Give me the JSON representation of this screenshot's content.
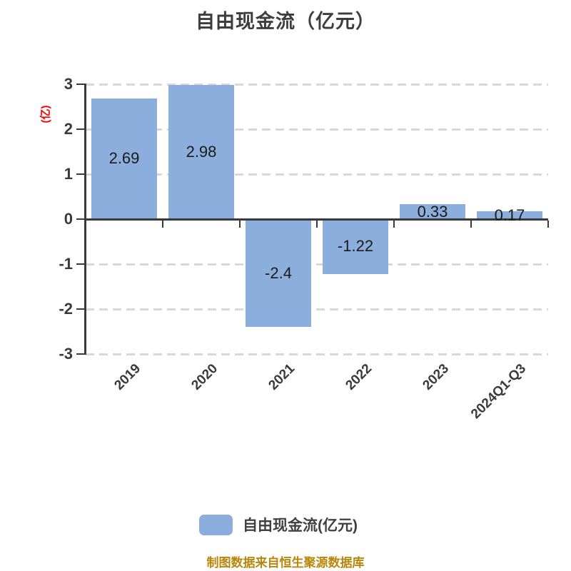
{
  "title": "自由现金流（亿元）",
  "y_axis_label": "(亿)",
  "footer": "制图数据来自恒生聚源数据库",
  "legend": {
    "label": "自由现金流(亿元)"
  },
  "colors": {
    "bar": "#8CAEDC",
    "axis": "#3A3A3A",
    "grid": "#D8D8D8",
    "title": "#3D3D3D",
    "bar_label": "#1A1A1A",
    "y_axis_label": "#FF0000",
    "footer": "#B8860B"
  },
  "chart_data": {
    "type": "bar",
    "categories": [
      "2019",
      "2020",
      "2021",
      "2022",
      "2023",
      "2024Q1-Q3"
    ],
    "values": [
      2.69,
      2.98,
      -2.4,
      -1.22,
      0.33,
      0.17
    ],
    "value_labels": [
      "2.69",
      "2.98",
      "-2.4",
      "-1.22",
      "0.33",
      "0.17"
    ],
    "title": "自由现金流（亿元）",
    "xlabel": "",
    "ylabel": "(亿)",
    "ylim": [
      -3,
      3
    ],
    "yticks": [
      3,
      2,
      1,
      0,
      -1,
      -2,
      -3
    ],
    "grid": "horizontal-dashed",
    "legend_entries": [
      "自由现金流(亿元)"
    ],
    "legend_position": "bottom"
  }
}
